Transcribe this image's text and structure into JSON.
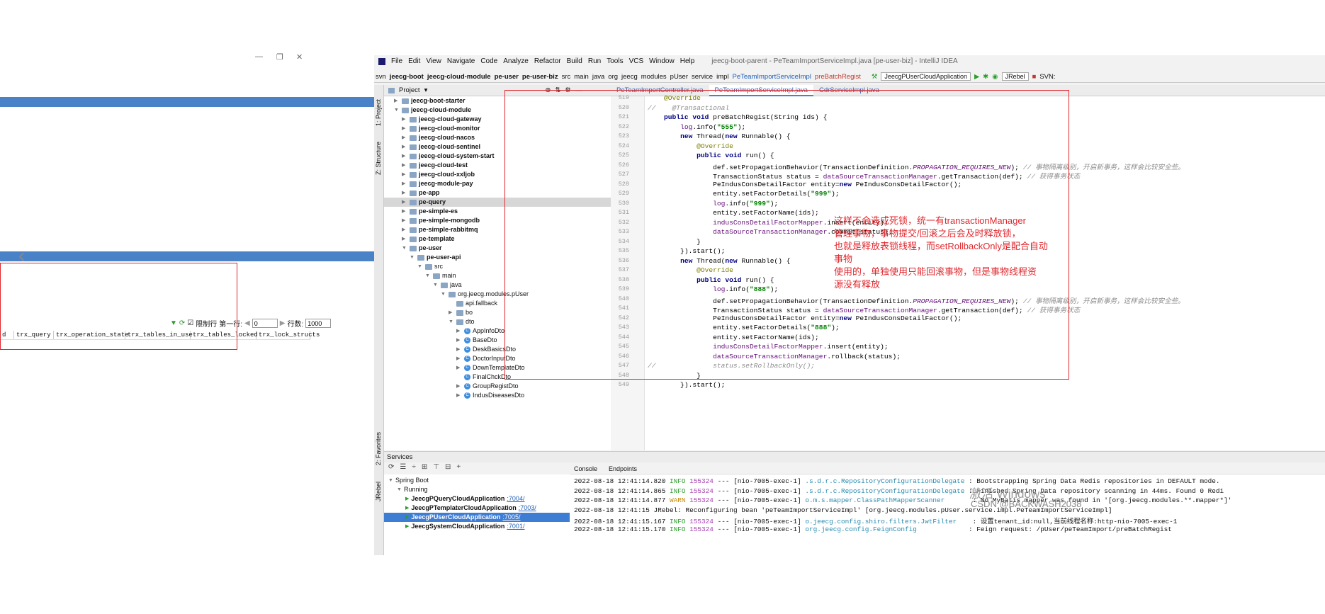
{
  "left_window": {
    "controls": [
      "—",
      "❐",
      "✕"
    ],
    "toolbar": {
      "checkbox_label": "限制行",
      "first_row_label": "第一行:",
      "first_row_value": "0",
      "row_count_label": "行数:",
      "row_count_value": "1000"
    },
    "columns": [
      "d",
      "trx_query",
      "trx_operation_state",
      "trx_tables_in_use",
      "trx_tables_locked",
      "trx_lock_structs"
    ]
  },
  "menu": {
    "items": [
      "File",
      "Edit",
      "View",
      "Navigate",
      "Code",
      "Analyze",
      "Refactor",
      "Build",
      "Run",
      "Tools",
      "VCS",
      "Window",
      "Help"
    ],
    "title": "jeecg-boot-parent - PeTeamImportServiceImpl.java [pe-user-biz] - IntelliJ IDEA"
  },
  "nav": {
    "crumbs": [
      "svn",
      "jeecg-boot",
      "jeecg-cloud-module",
      "pe-user",
      "pe-user-biz",
      "src",
      "main",
      "java",
      "org",
      "jeecg",
      "modules",
      "pUser",
      "service",
      "impl",
      "PeTeamImportServiceImpl",
      "preBatchRegist"
    ],
    "run_config": "JeecgPUserCloudApplication",
    "jrebel": "JRebel",
    "svn": "SVN:"
  },
  "sidebar": {
    "project": "1: Project",
    "structure": "Z: Structure",
    "favorites": "2: Favorites",
    "jrebel": "JRebel"
  },
  "project_header": "Project",
  "tree": [
    {
      "label": "jeecg-boot-starter",
      "level": 2,
      "bold": true,
      "kind": "folder",
      "arrow": "▶"
    },
    {
      "label": "jeecg-cloud-module",
      "level": 2,
      "bold": true,
      "kind": "folder",
      "arrow": "▼"
    },
    {
      "label": "jeecg-cloud-gateway",
      "level": 3,
      "bold": true,
      "kind": "folder",
      "arrow": "▶"
    },
    {
      "label": "jeecg-cloud-monitor",
      "level": 3,
      "bold": true,
      "kind": "folder",
      "arrow": "▶"
    },
    {
      "label": "jeecg-cloud-nacos",
      "level": 3,
      "bold": true,
      "kind": "folder",
      "arrow": "▶"
    },
    {
      "label": "jeecg-cloud-sentinel",
      "level": 3,
      "bold": true,
      "kind": "folder",
      "arrow": "▶"
    },
    {
      "label": "jeecg-cloud-system-start",
      "level": 3,
      "bold": true,
      "kind": "folder",
      "arrow": "▶"
    },
    {
      "label": "jeecg-cloud-test",
      "level": 3,
      "bold": true,
      "kind": "folder",
      "arrow": "▶"
    },
    {
      "label": "jeecg-cloud-xxljob",
      "level": 3,
      "bold": true,
      "kind": "folder",
      "arrow": "▶"
    },
    {
      "label": "jeecg-module-pay",
      "level": 3,
      "bold": true,
      "kind": "folder",
      "arrow": "▶"
    },
    {
      "label": "pe-app",
      "level": 3,
      "bold": true,
      "kind": "folder",
      "arrow": "▶"
    },
    {
      "label": "pe-query",
      "level": 3,
      "bold": true,
      "kind": "folder",
      "arrow": "▶",
      "selected": true
    },
    {
      "label": "pe-simple-es",
      "level": 3,
      "bold": true,
      "kind": "folder",
      "arrow": "▶"
    },
    {
      "label": "pe-simple-mongodb",
      "level": 3,
      "bold": true,
      "kind": "folder",
      "arrow": "▶"
    },
    {
      "label": "pe-simple-rabbitmq",
      "level": 3,
      "bold": true,
      "kind": "folder",
      "arrow": "▶"
    },
    {
      "label": "pe-template",
      "level": 3,
      "bold": true,
      "kind": "folder",
      "arrow": "▶"
    },
    {
      "label": "pe-user",
      "level": 3,
      "bold": true,
      "kind": "folder",
      "arrow": "▼"
    },
    {
      "label": "pe-user-api",
      "level": 4,
      "bold": true,
      "kind": "folder",
      "arrow": "▼"
    },
    {
      "label": "src",
      "level": 5,
      "bold": false,
      "kind": "folder",
      "arrow": "▼"
    },
    {
      "label": "main",
      "level": 6,
      "bold": false,
      "kind": "folder",
      "arrow": "▼"
    },
    {
      "label": "java",
      "level": 7,
      "bold": false,
      "kind": "folder",
      "arrow": "▼"
    },
    {
      "label": "org.jeecg.modules.pUser",
      "level": 8,
      "bold": false,
      "kind": "folder",
      "arrow": "▼"
    },
    {
      "label": "api.fallback",
      "level": 9,
      "bold": false,
      "kind": "folder",
      "arrow": ""
    },
    {
      "label": "bo",
      "level": 9,
      "bold": false,
      "kind": "folder",
      "arrow": "▶"
    },
    {
      "label": "dto",
      "level": 9,
      "bold": false,
      "kind": "folder",
      "arrow": "▼"
    },
    {
      "label": "AppInfoDto",
      "level": 10,
      "bold": false,
      "kind": "class",
      "arrow": "▶"
    },
    {
      "label": "BaseDto",
      "level": 10,
      "bold": false,
      "kind": "class",
      "arrow": "▶"
    },
    {
      "label": "DeskBasicsDto",
      "level": 10,
      "bold": false,
      "kind": "class",
      "arrow": "▶"
    },
    {
      "label": "DoctorInputDto",
      "level": 10,
      "bold": false,
      "kind": "class",
      "arrow": "▶"
    },
    {
      "label": "DownTemplateDto",
      "level": 10,
      "bold": false,
      "kind": "class",
      "arrow": "▶"
    },
    {
      "label": "FinalChckDto",
      "level": 10,
      "bold": false,
      "kind": "class",
      "arrow": ""
    },
    {
      "label": "GroupRegistDto",
      "level": 10,
      "bold": false,
      "kind": "class",
      "arrow": "▶"
    },
    {
      "label": "IndusDiseasesDto",
      "level": 10,
      "bold": false,
      "kind": "class",
      "arrow": "▶"
    }
  ],
  "tabs": [
    {
      "label": "PeTeamImportController.java",
      "active": false
    },
    {
      "label": "PeTeamImportServiceImpl.java",
      "active": true
    },
    {
      "label": "CdrServiceImpl.java",
      "active": false
    }
  ],
  "code": [
    {
      "n": "519",
      "t": "    @Override",
      "k": "an"
    },
    {
      "n": "520",
      "t": "//    @Transactional",
      "k": "cm"
    },
    {
      "n": "521",
      "t": "    public void preBatchRegist(String ids) {",
      "k": ""
    },
    {
      "n": "522",
      "t": "        log.info(\"555\");",
      "k": ""
    },
    {
      "n": "523",
      "t": "        new Thread(new Runnable() {",
      "k": ""
    },
    {
      "n": "524",
      "t": "            @Override",
      "k": "an"
    },
    {
      "n": "525",
      "t": "            public void run() {",
      "k": ""
    },
    {
      "n": "526",
      "t": "                def.setPropagationBehavior(TransactionDefinition.PROPAGATION_REQUIRES_NEW); // 事物隔离级别，开启新事务，这样会比较安全些。",
      "k": ""
    },
    {
      "n": "527",
      "t": "                TransactionStatus status = dataSourceTransactionManager.getTransaction(def); // 获得事务状态",
      "k": ""
    },
    {
      "n": "528",
      "t": "                PeIndusConsDetailFactor entity=new PeIndusConsDetailFactor();",
      "k": ""
    },
    {
      "n": "529",
      "t": "                entity.setFactorDetails(\"999\");",
      "k": ""
    },
    {
      "n": "530",
      "t": "                log.info(\"999\");",
      "k": ""
    },
    {
      "n": "531",
      "t": "                entity.setFactorName(ids);",
      "k": ""
    },
    {
      "n": "532",
      "t": "                indusConsDetailFactorMapper.insert(entity);",
      "k": ""
    },
    {
      "n": "533",
      "t": "                dataSourceTransactionManager.commit(status);",
      "k": ""
    },
    {
      "n": "534",
      "t": "            }",
      "k": ""
    },
    {
      "n": "535",
      "t": "        }).start();",
      "k": ""
    },
    {
      "n": "536",
      "t": "        new Thread(new Runnable() {",
      "k": ""
    },
    {
      "n": "537",
      "t": "            @Override",
      "k": "an"
    },
    {
      "n": "538",
      "t": "            public void run() {",
      "k": ""
    },
    {
      "n": "539",
      "t": "                log.info(\"888\");",
      "k": ""
    },
    {
      "n": "540",
      "t": "                def.setPropagationBehavior(TransactionDefinition.PROPAGATION_REQUIRES_NEW); // 事物隔离级别，开启新事务，这样会比较安全些。",
      "k": ""
    },
    {
      "n": "541",
      "t": "                TransactionStatus status = dataSourceTransactionManager.getTransaction(def); // 获得事务状态",
      "k": ""
    },
    {
      "n": "542",
      "t": "                PeIndusConsDetailFactor entity=new PeIndusConsDetailFactor();",
      "k": ""
    },
    {
      "n": "543",
      "t": "                entity.setFactorDetails(\"888\");",
      "k": ""
    },
    {
      "n": "544",
      "t": "                entity.setFactorName(ids);",
      "k": ""
    },
    {
      "n": "545",
      "t": "                indusConsDetailFactorMapper.insert(entity);",
      "k": ""
    },
    {
      "n": "546",
      "t": "                dataSourceTransactionManager.rollback(status);",
      "k": ""
    },
    {
      "n": "547",
      "t": "//              status.setRollbackOnly();",
      "k": "cm"
    },
    {
      "n": "548",
      "t": "            }",
      "k": ""
    },
    {
      "n": "549",
      "t": "        }).start();",
      "k": ""
    }
  ],
  "annotation": [
    "这样不会造成死锁，统一有transactionManager",
    "管理事物，事物提交/回滚之后会及时释放锁，",
    "也就是释放表锁线程，而setRollbackOnly是配合自动",
    "事物",
    "使用的，单独使用只能回滚事物，但是事物线程资",
    "源没有释放"
  ],
  "services": {
    "title": "Services",
    "tree": [
      {
        "label": "Spring Boot",
        "level": 0,
        "port": ""
      },
      {
        "label": "Running",
        "level": 1,
        "port": ""
      },
      {
        "label": "JeecgPQueryCloudApplication",
        "level": 2,
        "port": ":7004/"
      },
      {
        "label": "JeecgPTemplaterCloudApplication",
        "level": 2,
        "port": ":7003/"
      },
      {
        "label": "JeecgPUserCloudApplication",
        "level": 2,
        "port": ":7005/",
        "selected": true
      },
      {
        "label": "JeecgSystemCloudApplication",
        "level": 2,
        "port": ":7001/"
      }
    ]
  },
  "console": {
    "tabs": [
      "Console",
      "Endpoints"
    ],
    "lines": [
      {
        "ts": "2022-08-18 12:41:14.820",
        "lvl": "INFO",
        "pid": "155324",
        "th": "--- [nio-7005-exec-1]",
        "lg": ".s.d.r.c.RepositoryConfigurationDelegate",
        "msg": ": Bootstrapping Spring Data Redis repositories in DEFAULT mode."
      },
      {
        "ts": "2022-08-18 12:41:14.865",
        "lvl": "INFO",
        "pid": "155324",
        "th": "--- [nio-7005-exec-1]",
        "lg": ".s.d.r.c.RepositoryConfigurationDelegate",
        "msg": ": Finished Spring Data repository scanning in 44ms. Found 0 Redi"
      },
      {
        "ts": "2022-08-18 12:41:14.877",
        "lvl": "WARN",
        "pid": "155324",
        "th": "--- [nio-7005-exec-1]",
        "lg": "o.m.s.mapper.ClassPathMapperScanner      ",
        "msg": ": No MyBatis mapper was found in '[org.jeecg.modules.**.mapper*]'"
      },
      {
        "ts": "2022-08-18 12:41:15",
        "lvl": "",
        "pid": "",
        "th": "",
        "lg": "",
        "msg": "JRebel: Reconfiguring bean 'peTeamImportServiceImpl' [org.jeecg.modules.pUser.service.impl.PeTeamImportServiceImpl]"
      },
      {
        "ts": "2022-08-18 12:41:15.167",
        "lvl": "INFO",
        "pid": "155324",
        "th": "--- [nio-7005-exec-1]",
        "lg": "o.jeecg.config.shiro.filters.JwtFilter   ",
        "msg": ": 设置tenant_id:null,当前线程名称:http-nio-7005-exec-1"
      },
      {
        "ts": "2022-08-18 12:41:15.170",
        "lvl": "INFO",
        "pid": "155324",
        "th": "--- [nio-7005-exec-1]",
        "lg": "org.jeecg.config.FeignConfig            ",
        "msg": ": Feign request: /pUser/peTeamImport/preBatchRegist"
      }
    ]
  },
  "watermark": {
    "activate": "激活 Windows",
    "csdn": "CSDN @BACKWASH2038"
  }
}
